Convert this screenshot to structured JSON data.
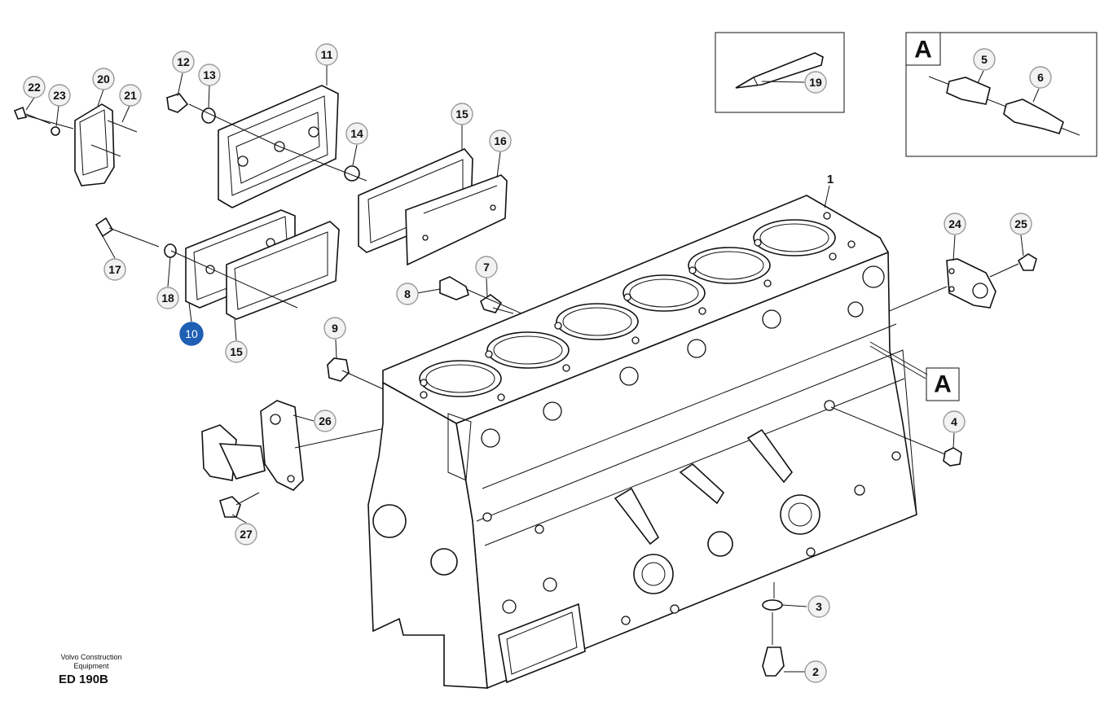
{
  "diagram": {
    "brand_line1": "Volvo Construction",
    "brand_line2": "Equipment",
    "drawing_code": "ED 190B",
    "main_label": "1",
    "detail_label": "A",
    "highlight_color": "#1f5fb4",
    "callouts": [
      {
        "id": "2",
        "label": "2"
      },
      {
        "id": "3",
        "label": "3"
      },
      {
        "id": "4",
        "label": "4"
      },
      {
        "id": "5",
        "label": "5"
      },
      {
        "id": "6",
        "label": "6"
      },
      {
        "id": "7",
        "label": "7"
      },
      {
        "id": "8",
        "label": "8"
      },
      {
        "id": "9",
        "label": "9"
      },
      {
        "id": "10",
        "label": "10",
        "highlighted": true
      },
      {
        "id": "11",
        "label": "11"
      },
      {
        "id": "12",
        "label": "12"
      },
      {
        "id": "13",
        "label": "13"
      },
      {
        "id": "14",
        "label": "14"
      },
      {
        "id": "15a",
        "label": "15"
      },
      {
        "id": "15b",
        "label": "15"
      },
      {
        "id": "16",
        "label": "16"
      },
      {
        "id": "17",
        "label": "17"
      },
      {
        "id": "18",
        "label": "18"
      },
      {
        "id": "19",
        "label": "19"
      },
      {
        "id": "20",
        "label": "20"
      },
      {
        "id": "21",
        "label": "21"
      },
      {
        "id": "22",
        "label": "22"
      },
      {
        "id": "23",
        "label": "23"
      },
      {
        "id": "24",
        "label": "24"
      },
      {
        "id": "25",
        "label": "25"
      },
      {
        "id": "26",
        "label": "26"
      },
      {
        "id": "27",
        "label": "27"
      }
    ]
  }
}
